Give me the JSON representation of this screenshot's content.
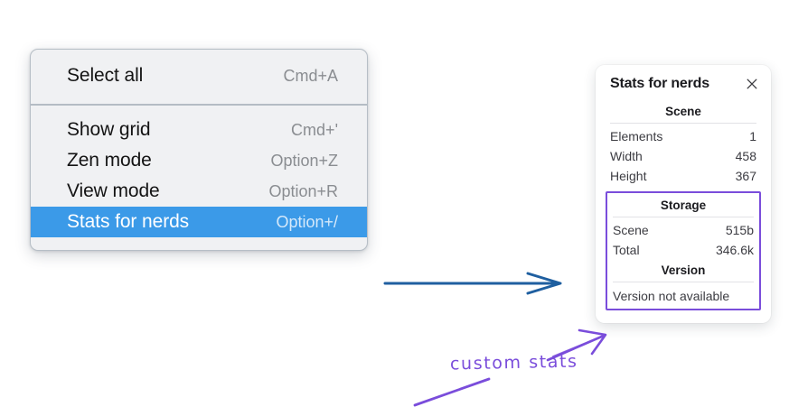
{
  "context_menu": {
    "sections": [
      {
        "items": [
          {
            "label": "Select all",
            "shortcut": "Cmd+A",
            "highlighted": false,
            "name": "menu-item-select-all"
          }
        ]
      },
      {
        "items": [
          {
            "label": "Show grid",
            "shortcut": "Cmd+'",
            "highlighted": false,
            "name": "menu-item-show-grid"
          },
          {
            "label": "Zen mode",
            "shortcut": "Option+Z",
            "highlighted": false,
            "name": "menu-item-zen-mode"
          },
          {
            "label": "View mode",
            "shortcut": "Option+R",
            "highlighted": false,
            "name": "menu-item-view-mode"
          },
          {
            "label": "Stats for nerds",
            "shortcut": "Option+/",
            "highlighted": true,
            "name": "menu-item-stats-for-nerds"
          }
        ]
      }
    ]
  },
  "stats_panel": {
    "title": "Stats for nerds",
    "close_icon": "close-icon",
    "scene": {
      "heading": "Scene",
      "rows": [
        {
          "key": "Elements",
          "value": "1"
        },
        {
          "key": "Width",
          "value": "458"
        },
        {
          "key": "Height",
          "value": "367"
        }
      ]
    },
    "storage": {
      "heading": "Storage",
      "rows": [
        {
          "key": "Scene",
          "value": "515b"
        },
        {
          "key": "Total",
          "value": "346.6k"
        }
      ]
    },
    "version": {
      "heading": "Version",
      "text": "Version not available"
    }
  },
  "annotations": {
    "handwritten_note": "custom stats",
    "blue_arrow": "arrow-right-icon",
    "purple_arrow": "arrow-up-right-icon",
    "purple_stroke": "underline-stroke"
  },
  "colors": {
    "menu_background": "#f0f1f3",
    "menu_border": "#b6bec6",
    "highlight_blue": "#3b9ae8",
    "highlight_text": "#ffffff",
    "shortcut_gray": "#8a8d91",
    "panel_background": "#ffffff",
    "annotation_purple": "#7a4ddb",
    "annotation_blue": "#1f5fa0",
    "page_background": "#ffffff"
  }
}
